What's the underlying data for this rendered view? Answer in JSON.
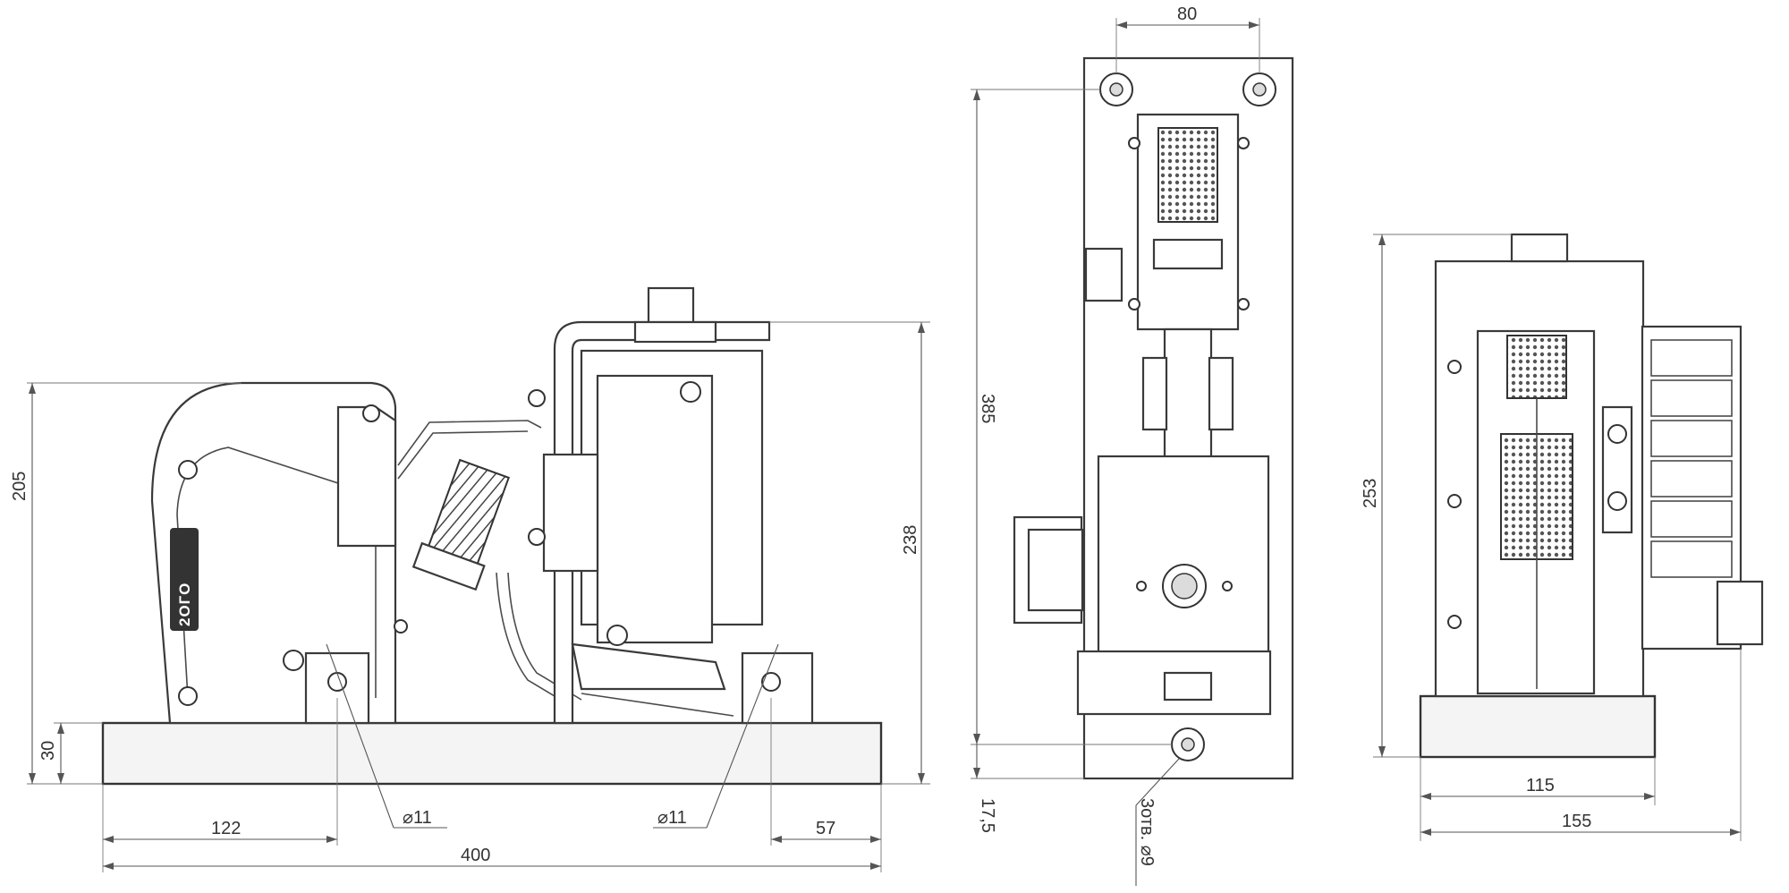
{
  "dimensions": {
    "front_overall_width": "400",
    "front_left_hole_offset": "122",
    "front_right_hole_offset": "57",
    "front_hole_left": "⌀11",
    "front_hole_right": "⌀11",
    "front_height_205": "205",
    "front_base_thickness": "30",
    "front_total_height": "238",
    "side_hole_spacing": "80",
    "side_height": "385",
    "side_bottom_offset": "17,5",
    "side_holes_note": "3отв. ⌀9",
    "end_height": "253",
    "end_inner_width": "115",
    "end_overall_width": "155"
  },
  "logo": {
    "text": "2ОГО"
  },
  "colors": {
    "line": "#3a3a3a",
    "dimension": "#555555",
    "background": "#ffffff"
  }
}
